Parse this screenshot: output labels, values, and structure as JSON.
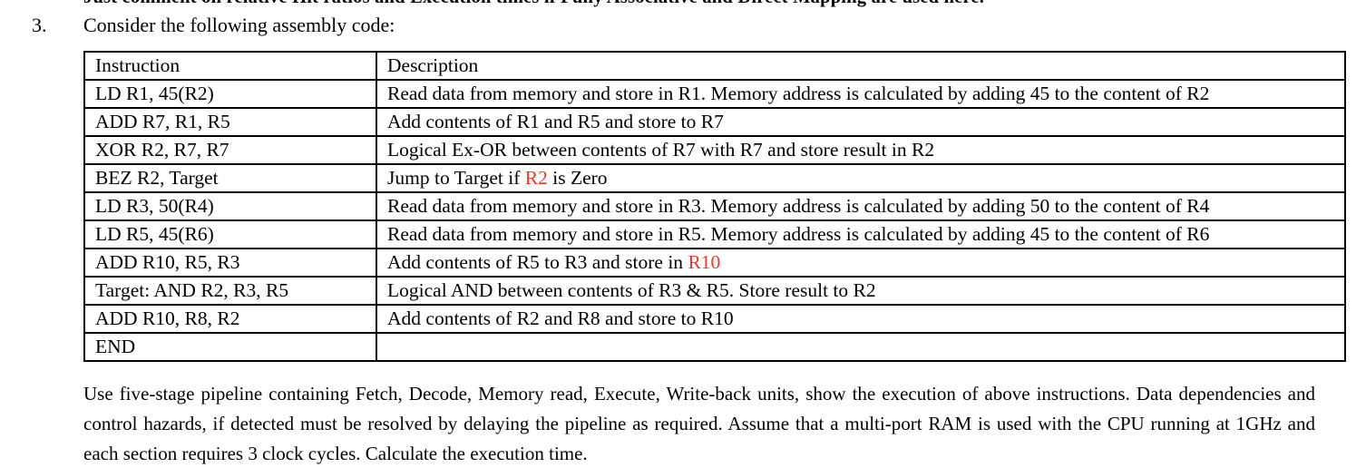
{
  "page": {
    "top_partial_line": "Just comment on relative Hit ratios and Execution times if Fully Associative and Direct Mapping are used here.",
    "question": {
      "number": "3.",
      "intro": "Consider the following assembly code:"
    },
    "table": {
      "headers": [
        "Instruction",
        "Description"
      ],
      "rows": [
        {
          "instruction": "LD R1, 45(R2)",
          "desc": {
            "pre": "Read data from memory and store in R1. Memory address is calculated by adding 45 to the content of R2",
            "red": "",
            "post": ""
          }
        },
        {
          "instruction": "ADD R7, R1, R5",
          "desc": {
            "pre": "Add contents of R1 and R5 and store to R7",
            "red": "",
            "post": ""
          }
        },
        {
          "instruction": "XOR R2, R7, R7",
          "desc": {
            "pre": "Logical Ex-OR between contents of R7 with R7 and store result in R2",
            "red": "",
            "post": ""
          }
        },
        {
          "instruction": "BEZ R2, Target",
          "desc": {
            "pre": "Jump to Target if ",
            "red": "R2",
            "post": " is Zero"
          }
        },
        {
          "instruction": "LD R3, 50(R4)",
          "desc": {
            "pre": "Read data from memory and store in R3. Memory address is calculated by adding 50 to the content of R4",
            "red": "",
            "post": ""
          }
        },
        {
          "instruction": "LD R5, 45(R6)",
          "desc": {
            "pre": "Read data from memory and store in R5. Memory address is calculated by adding 45 to the content of R6",
            "red": "",
            "post": ""
          }
        },
        {
          "instruction": "ADD R10, R5, R3",
          "desc": {
            "pre": "Add contents of R5 to R3 and store in ",
            "red": "R10",
            "post": ""
          }
        },
        {
          "instruction": "Target: AND R2, R3, R5",
          "desc": {
            "pre": "Logical AND between contents of R3 & R5. Store result to R2",
            "red": "",
            "post": ""
          }
        },
        {
          "instruction": "ADD R10, R8, R2",
          "desc": {
            "pre": "Add contents of R2 and R8 and store to R10",
            "red": "",
            "post": ""
          }
        },
        {
          "instruction": "END",
          "desc": {
            "pre": "",
            "red": "",
            "post": ""
          }
        }
      ]
    },
    "paragraph": "Use five-stage pipeline containing Fetch, Decode, Memory read, Execute, Write-back units, show the execution of above instructions. Data dependencies and control hazards, if detected must be resolved by delaying the pipeline as required. Assume that a multi-port RAM is used with the CPU running at 1GHz and each section requires 3 clock cycles. Calculate the execution time.",
    "colors": {
      "accent_red": "#e8392b",
      "text": "#000000",
      "background": "#ffffff"
    }
  }
}
